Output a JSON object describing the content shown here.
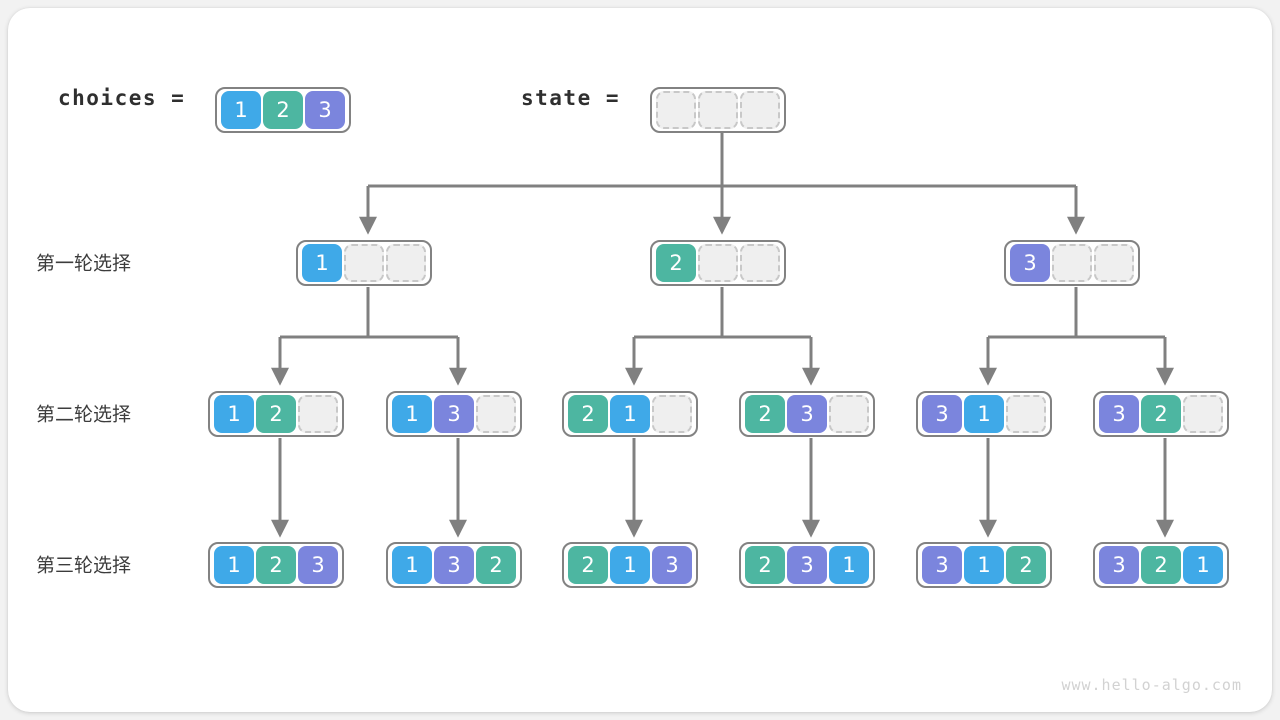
{
  "page": {
    "background": "#f2f2f2",
    "card_background": "#ffffff",
    "watermark": "www.hello-algo.com"
  },
  "colors": {
    "blue": "#3fa9e8",
    "teal": "#4db6a1",
    "purple": "#7b85dd",
    "empty_fill": "#efefef",
    "empty_border": "#c8c8c8",
    "group_border": "#828282",
    "edge": "#808080",
    "label_text": "#3c3c3c"
  },
  "header": {
    "choices_label": "choices  =",
    "state_label": "state  =",
    "choices_values": [
      "1",
      "2",
      "3"
    ],
    "state_values": [
      "",
      "",
      ""
    ]
  },
  "row_labels": {
    "round1": "第一轮选择",
    "round2": "第二轮选择",
    "round3": "第三轮选择"
  },
  "tree": {
    "round1": [
      {
        "name": "node-1",
        "cells": [
          "1",
          "",
          ""
        ]
      },
      {
        "name": "node-2",
        "cells": [
          "2",
          "",
          ""
        ]
      },
      {
        "name": "node-3",
        "cells": [
          "3",
          "",
          ""
        ]
      }
    ],
    "round2": [
      {
        "name": "node-12",
        "cells": [
          "1",
          "2",
          ""
        ]
      },
      {
        "name": "node-13",
        "cells": [
          "1",
          "3",
          ""
        ]
      },
      {
        "name": "node-21",
        "cells": [
          "2",
          "1",
          ""
        ]
      },
      {
        "name": "node-23",
        "cells": [
          "2",
          "3",
          ""
        ]
      },
      {
        "name": "node-31",
        "cells": [
          "3",
          "1",
          ""
        ]
      },
      {
        "name": "node-32",
        "cells": [
          "3",
          "2",
          ""
        ]
      }
    ],
    "round3": [
      {
        "name": "node-123",
        "cells": [
          "1",
          "2",
          "3"
        ]
      },
      {
        "name": "node-132",
        "cells": [
          "1",
          "3",
          "2"
        ]
      },
      {
        "name": "node-213",
        "cells": [
          "2",
          "1",
          "3"
        ]
      },
      {
        "name": "node-231",
        "cells": [
          "2",
          "3",
          "1"
        ]
      },
      {
        "name": "node-312",
        "cells": [
          "3",
          "1",
          "2"
        ]
      },
      {
        "name": "node-321",
        "cells": [
          "3",
          "2",
          "1"
        ]
      }
    ]
  }
}
